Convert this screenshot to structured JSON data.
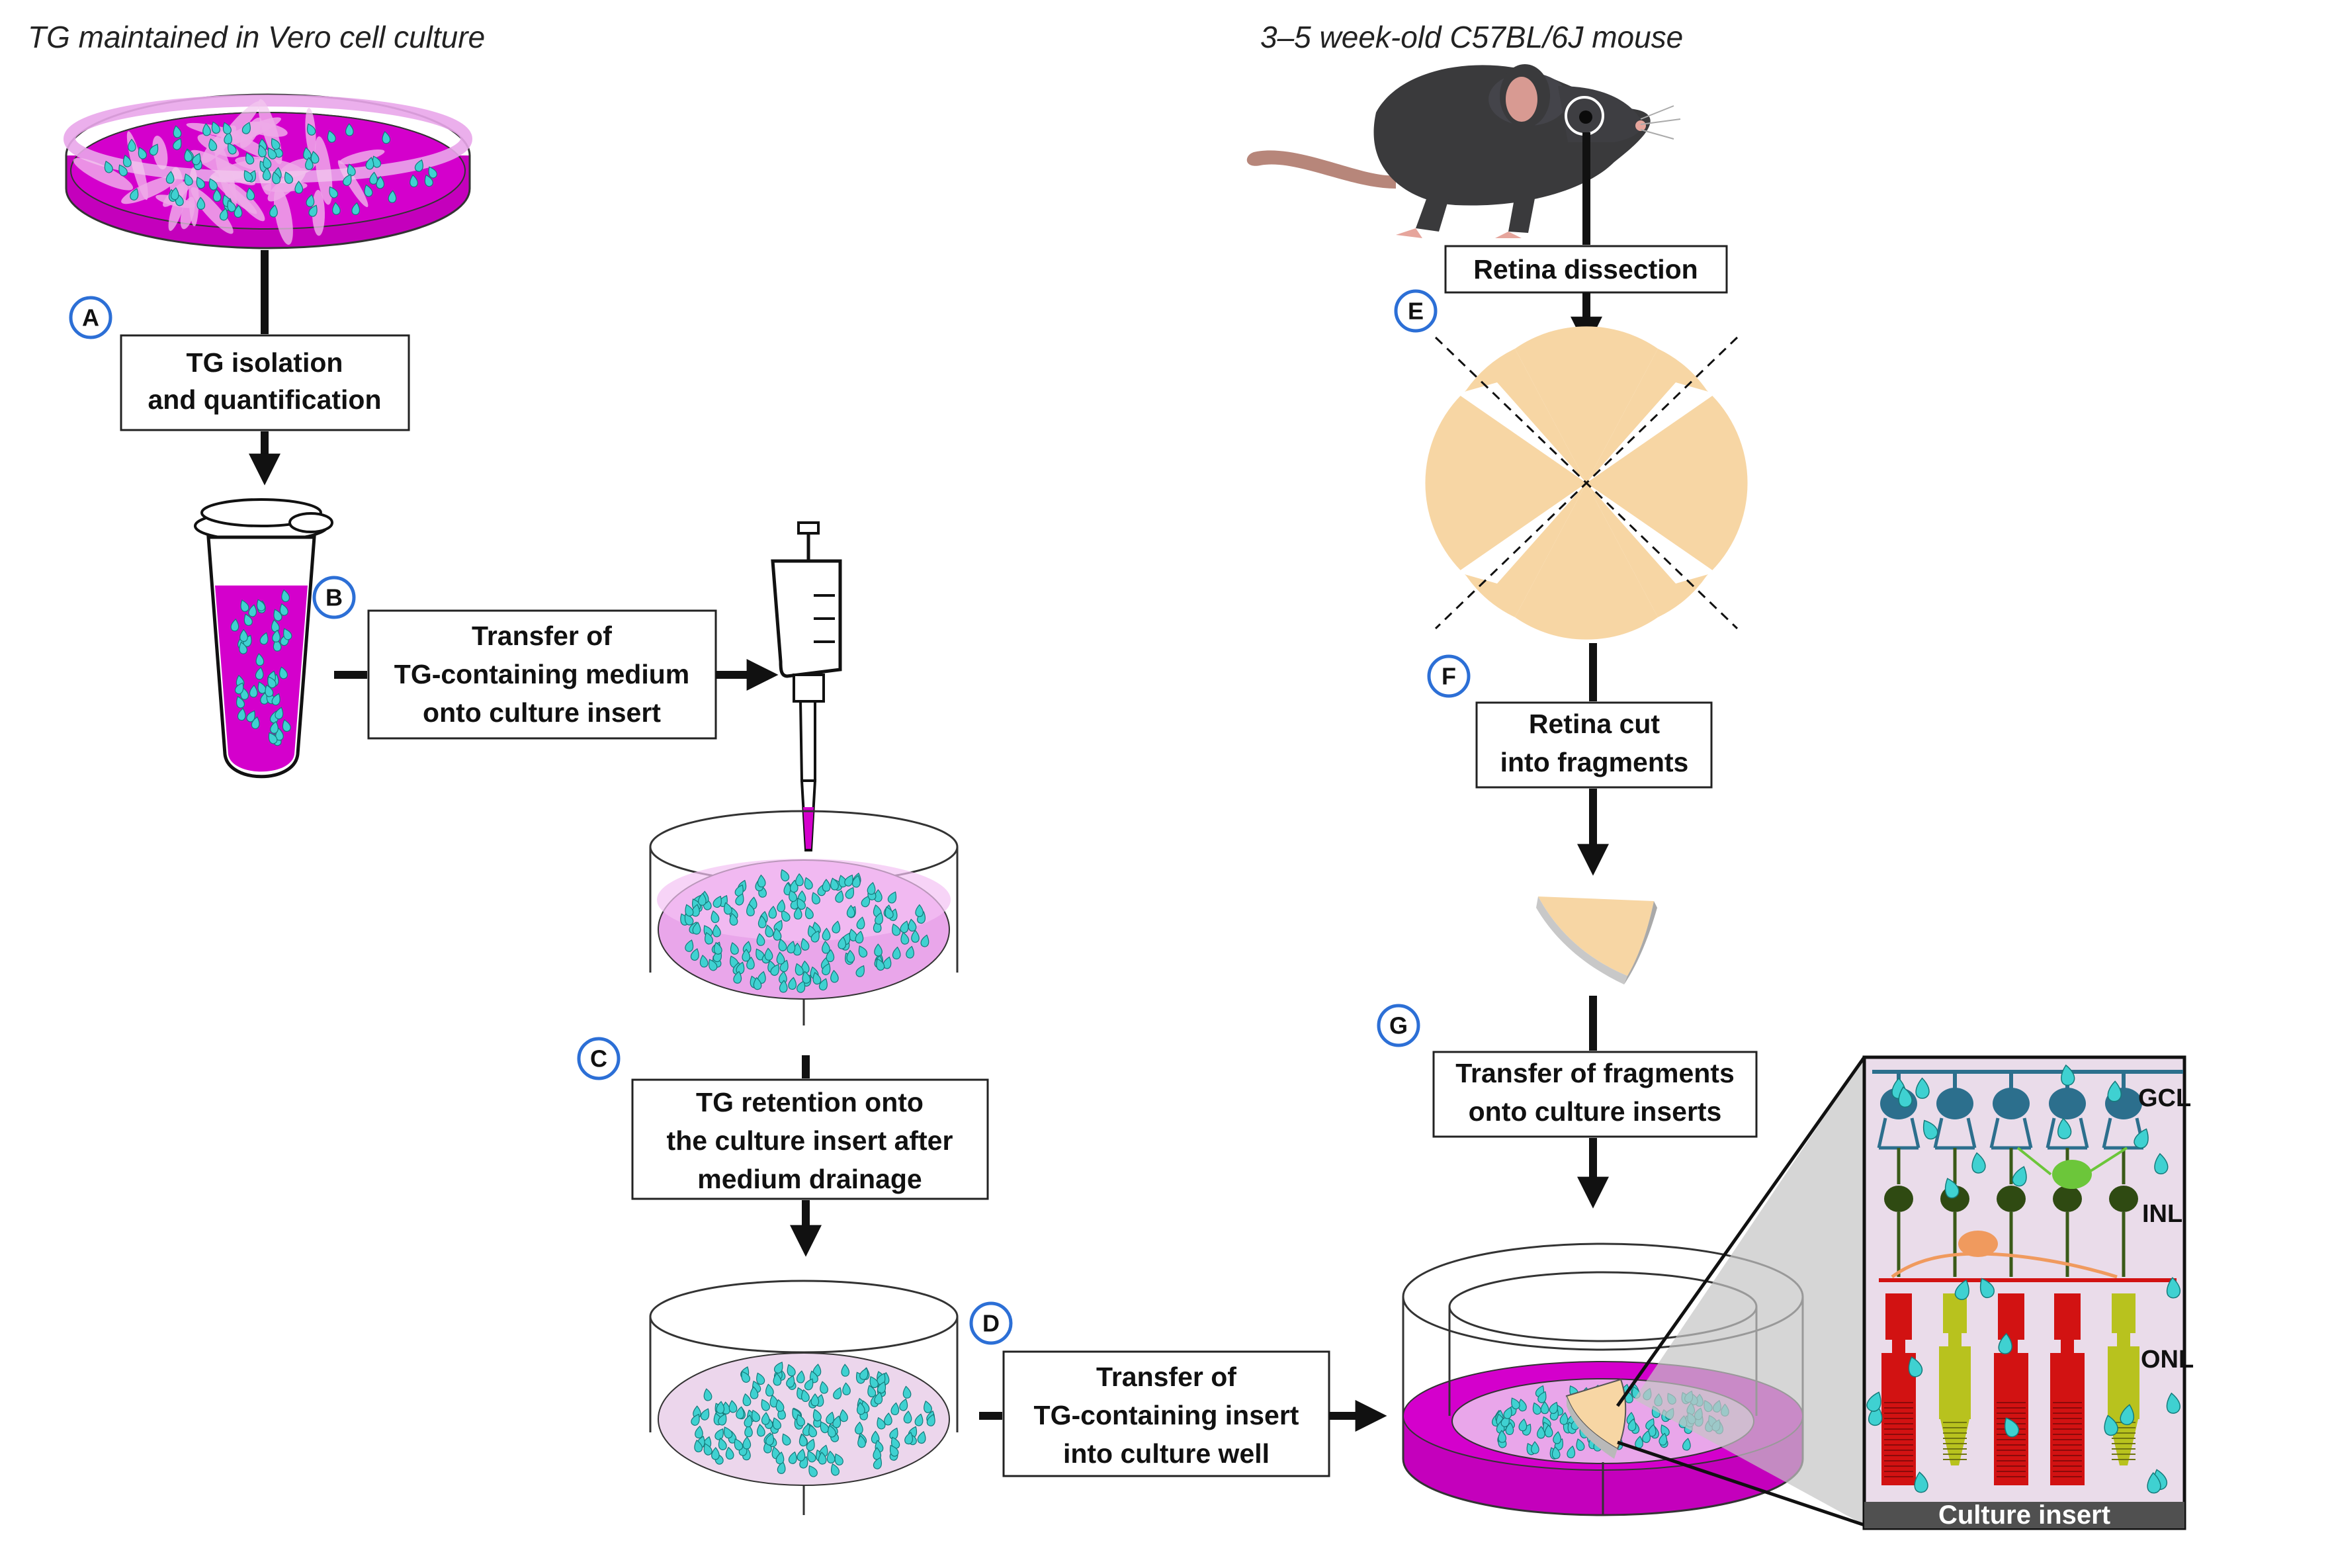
{
  "captions": {
    "left": "TG maintained in Vero cell culture",
    "right": "3–5 week-old C57BL/6J mouse"
  },
  "steps": {
    "A": {
      "letter": "A",
      "lines": [
        "TG isolation",
        "and quantification"
      ]
    },
    "B": {
      "letter": "B",
      "lines": [
        "Transfer of",
        "TG-containing medium",
        "onto culture insert"
      ]
    },
    "C": {
      "letter": "C",
      "lines": [
        "TG retention onto",
        "the culture insert after",
        "medium drainage"
      ]
    },
    "D": {
      "letter": "D",
      "lines": [
        "Transfer of",
        "TG-containing insert",
        "into culture well"
      ]
    },
    "E": {
      "letter": "E",
      "lines": [
        "Retina dissection"
      ]
    },
    "F": {
      "letter": "F",
      "lines": [
        "Retina cut",
        "into fragments"
      ]
    },
    "G": {
      "letter": "G",
      "lines": [
        "Transfer of fragments",
        "onto culture inserts"
      ]
    }
  },
  "retina_layers": {
    "gcl": "GCL",
    "inl": "INL",
    "onl": "ONL"
  },
  "insert_label": "Culture insert",
  "colors": {
    "magenta": "#d400cc",
    "light_magenta": "#e9a6ea",
    "pale_magenta": "#f3d0f3",
    "teal_particle": "#3fd1d1",
    "retina_tan": "#f7d6a4",
    "ganglion_blue": "#2c6f8d",
    "bipolar_green": "#2f4a12",
    "amacrine_green": "#6cc63a",
    "horizontal_orange": "#f09a5e",
    "rod_red": "#d21212",
    "cone_olive": "#b8c21e",
    "retina_bg": "#eadcea",
    "insert_bar": "#505050",
    "step_circle": "#2c6fd6",
    "mouse_body": "#3a3a3c"
  }
}
